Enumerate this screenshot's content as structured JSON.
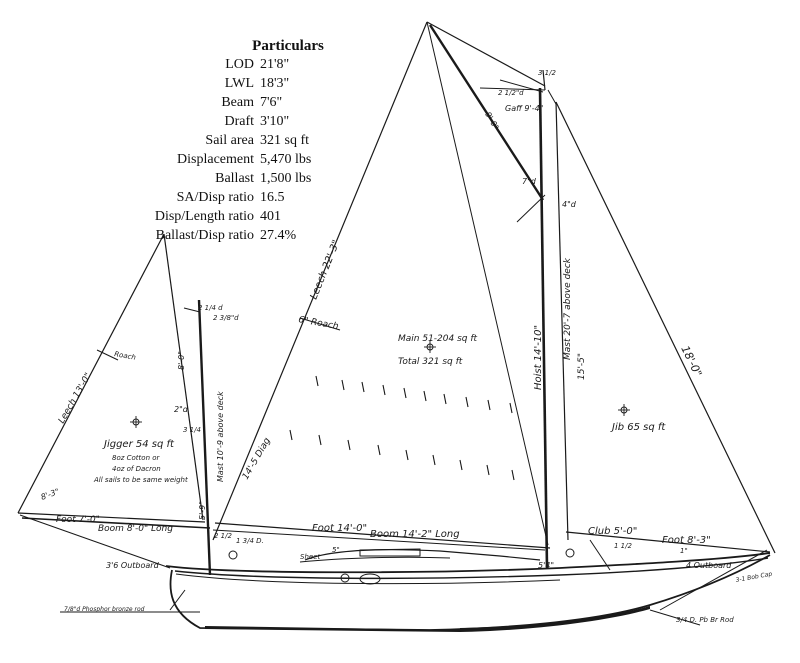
{
  "particulars": {
    "title": "Particulars",
    "rows": [
      {
        "label": "LOD",
        "value": "21'8\""
      },
      {
        "label": "LWL",
        "value": "18'3\""
      },
      {
        "label": "Beam",
        "value": "7'6\""
      },
      {
        "label": "Draft",
        "value": "3'10\""
      },
      {
        "label": "Sail area",
        "value": "321 sq ft"
      },
      {
        "label": "Displacement",
        "value": "5,470 lbs"
      },
      {
        "label": "Ballast",
        "value": "1,500 lbs"
      },
      {
        "label": "SA/Disp ratio",
        "value": "16.5"
      },
      {
        "label": "Disp/Length ratio",
        "value": "401"
      },
      {
        "label": "Ballast/Disp ratio",
        "value": "27.4%"
      }
    ]
  },
  "annotations": {
    "main_area": "Main 51-204 sq ft",
    "total_area": "Total 321 sq ft",
    "jib_area": "Jib 65 sq ft",
    "jigger_area": "Jigger 54 sq ft",
    "jigger_note_1": "8oz Cotton or",
    "jigger_note_2": "4oz of Dacron",
    "sails_note": "All sails to be same weight",
    "main_leech": "Leech 22'-3\"",
    "roach": "6\" Roach",
    "diag": "14'-5 Diag",
    "hoist": "Hoist 14'-10\"",
    "mast_main": "Mast 20'-7 above deck",
    "mast_15": "15'-5\"",
    "gaff": "Gaff 9'-4\"",
    "gaff_9": "9'-0\"",
    "jib_leech": "18'-0\"",
    "jigger_leech": "Leech 13'-0\"",
    "jigger_roach": "Roach",
    "jigger_mast": "Mast 10'-9 above deck",
    "jigger_8": "8'-0\"",
    "jigger_5": "5'-9\"",
    "foot_main": "Foot 14'-0\"",
    "boom_main": "Boom 14'-2\" Long",
    "foot_jigger": "Foot 7'-0\"",
    "boom_jigger": "Boom 8'-0\" Long",
    "club": "Club 5'-0\"",
    "foot_jib": "Foot 8'-3\"",
    "jigger_tack": "8'-3\"",
    "outboard_aft": "3'6 Outboard",
    "outboard_fwd": "4 Outboard",
    "bronze_rod": "7/8\"d Phosphor bronze rod",
    "bob_rod": "3/4 D. Pb Br Rod",
    "bob_cap": "3-1 Bob Cap",
    "sheet": "Sheet",
    "dia_7d": "7\"d",
    "dia_4d": "4\"d",
    "dia_2d": "2\"d",
    "dia_2_1_2_d": "2 1/2\"d",
    "dia_2_1_4_d": "2 1/4 d",
    "dia_1_3_4_D": "1 3/4 D.",
    "dia_2_3_8_d": "2 3/8\"d",
    "frac_2_1_2": "2 1/2",
    "frac_1_1_2": "1 1/2",
    "frac_3_1_2": "3 1/2",
    "frac_3_1_4": "3 1/4",
    "num_5": "5\"",
    "num_5_4": "5'4\"",
    "num_1": "1\""
  }
}
